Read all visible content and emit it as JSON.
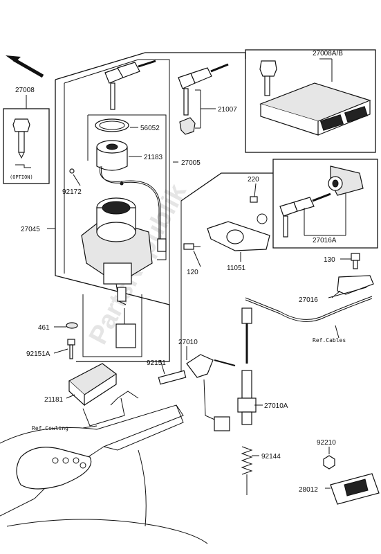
{
  "watermark": "PartsRepublik",
  "option_label": "(OPTION)",
  "parts": {
    "p27008": "27008",
    "p27008ab": "27008A/B",
    "p56052": "56052",
    "p21007": "21007",
    "p21183": "21183",
    "p27005": "27005",
    "p92172": "92172",
    "p27045": "27045",
    "p220": "220",
    "p27016A": "27016A",
    "p120": "120",
    "p11051": "11051",
    "p130": "130",
    "p461": "461",
    "p92151A": "92151A",
    "p27016": "27016",
    "p27010": "27010",
    "p92151": "92151",
    "p21181": "21181",
    "p27010A": "27010A",
    "p92144": "92144",
    "p92210": "92210",
    "p28012": "28012"
  },
  "refs": {
    "cables": "Ref.Cables",
    "cowling": "Ref.Cowling"
  }
}
